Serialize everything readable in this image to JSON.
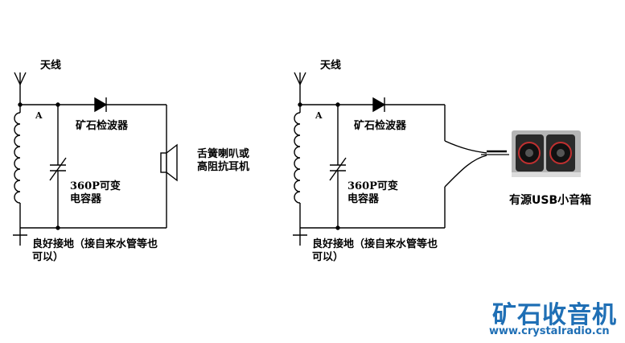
{
  "left_circuit": {
    "antenna": "天线",
    "node_a": "A",
    "detector": "矿石检波器",
    "capacitor_line1": "360P可变",
    "capacitor_line2": "电容器",
    "output_line1": "舌簧喇叭或",
    "output_line2": "高阻抗耳机",
    "ground_line1": "良好接地（接自来水管等也",
    "ground_line2": "可以）"
  },
  "right_circuit": {
    "antenna": "天线",
    "node_a": "A",
    "detector": "矿石检波器",
    "capacitor_line1": "360P可变",
    "capacitor_line2": "电容器",
    "speaker_label": "有源USB小音箱",
    "ground_line1": "良好接地（接自来水管等也",
    "ground_line2": "可以）"
  },
  "brand": {
    "title": "矿石收音机",
    "url": "www.crystalradio.cn",
    "color": "#1f6fb5"
  }
}
